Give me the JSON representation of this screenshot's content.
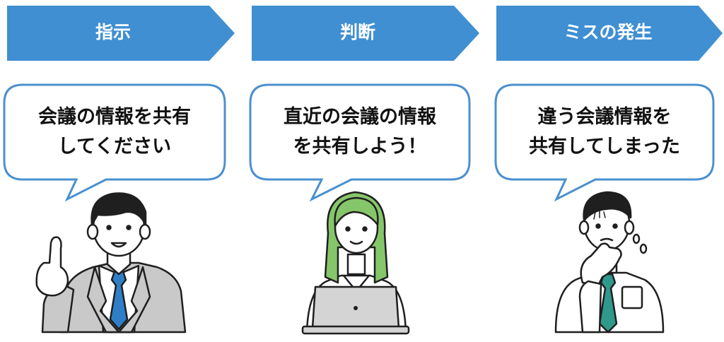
{
  "steps": [
    {
      "label": "指示",
      "speech": [
        "会議の情報を共有",
        "してください"
      ]
    },
    {
      "label": "判断",
      "speech": [
        "直近の会議の情報",
        "を共有しよう！"
      ]
    },
    {
      "label": "ミスの発生",
      "speech": [
        "違う会議情報を",
        "共有してしまった"
      ]
    }
  ],
  "colors": {
    "arrow": "#3f8fd2",
    "bubble_border": "#4a90cf",
    "outline": "#1f1f1f",
    "suit": "#c9c9c9",
    "tie_blue": "#2f7fc8",
    "hair_green": "#86c66a",
    "tie_teal": "#2f9a8c"
  },
  "icons": {
    "person1": "man-pointing-finger-icon",
    "person2": "woman-with-laptop-icon",
    "person3": "worried-man-icon"
  }
}
